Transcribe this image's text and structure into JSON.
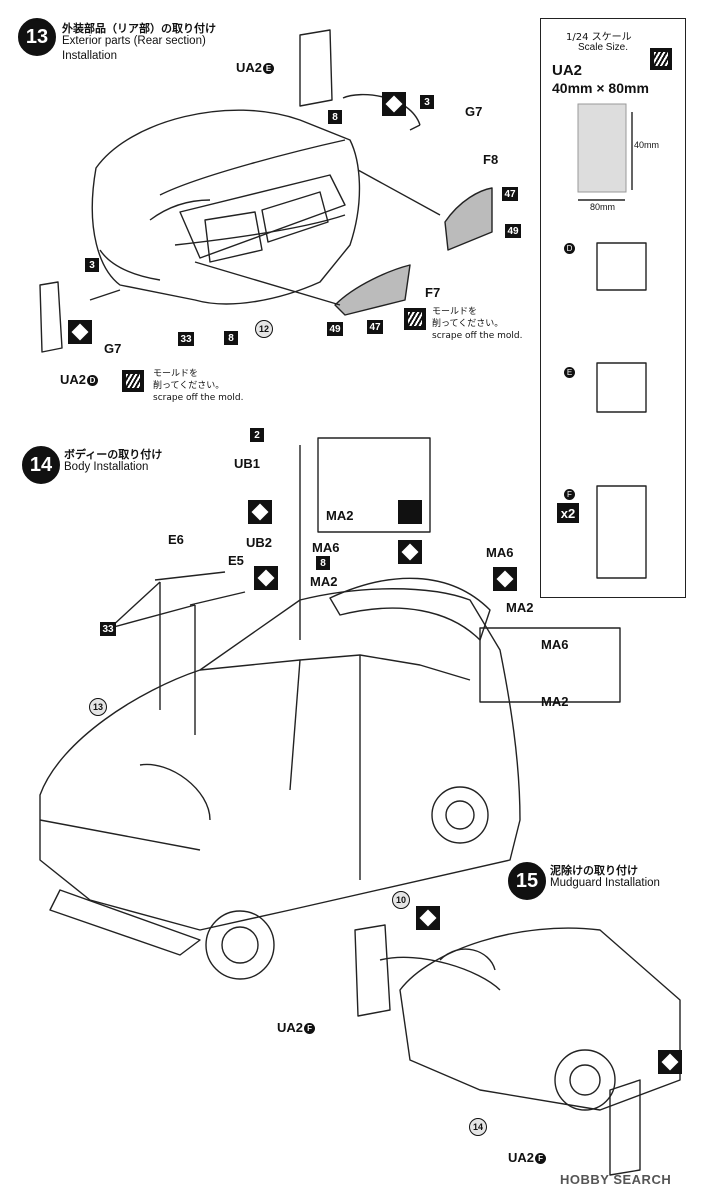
{
  "step13": {
    "num": "13",
    "title_jp": "外装部品（リア部）の取り付け",
    "title_en": "Exterior parts (Rear section)",
    "subtitle_en": "Installation"
  },
  "step14": {
    "num": "14",
    "title_jp": "ボディーの取り付け",
    "title_en": "Body Installation"
  },
  "step15": {
    "num": "15",
    "title_jp": "泥除けの取り付け",
    "title_en": "Mudguard Installation"
  },
  "scale_panel": {
    "scale_jp": "1/24 スケール",
    "scale_en": "Scale Size.",
    "decal_name": "UA2",
    "decal_size": "40mm × 80mm",
    "dim_h": "40mm",
    "dim_w": "80mm",
    "parts": [
      "D",
      "E",
      "F"
    ],
    "multiplier": "x2"
  },
  "labels": {
    "ua2e": "UA2",
    "ua2d": "UA2",
    "ua2f_a": "UA2",
    "ua2f_b": "UA2",
    "g7_a": "G7",
    "g7_b": "G7",
    "f8": "F8",
    "f7": "F7",
    "ub1": "UB1",
    "ub2": "UB2",
    "ma2_top": "MA2",
    "ma6_a": "MA6",
    "ma2_a": "MA2",
    "ma6_b": "MA6",
    "ma2_b": "MA2",
    "ma6_c": "MA6",
    "ma2_c": "MA2",
    "e6": "E6",
    "e5": "E5"
  },
  "letters": {
    "e": "E",
    "d": "D",
    "f": "F"
  },
  "part_numbers": {
    "p3a": "3",
    "p3b": "3",
    "p8a": "8",
    "p8b": "8",
    "p47a": "47",
    "p49a": "49",
    "p47b": "47",
    "p49b": "49",
    "p33a": "33",
    "p33b": "33",
    "p2": "2",
    "p8c": "8"
  },
  "circled": {
    "c12": "12",
    "c13": "13",
    "c10": "10",
    "c14": "14"
  },
  "notes": {
    "mold_jp": "モールドを\n削ってください。",
    "mold_en": "scrape off the mold."
  },
  "watermark": "HOBBY SEARCH"
}
